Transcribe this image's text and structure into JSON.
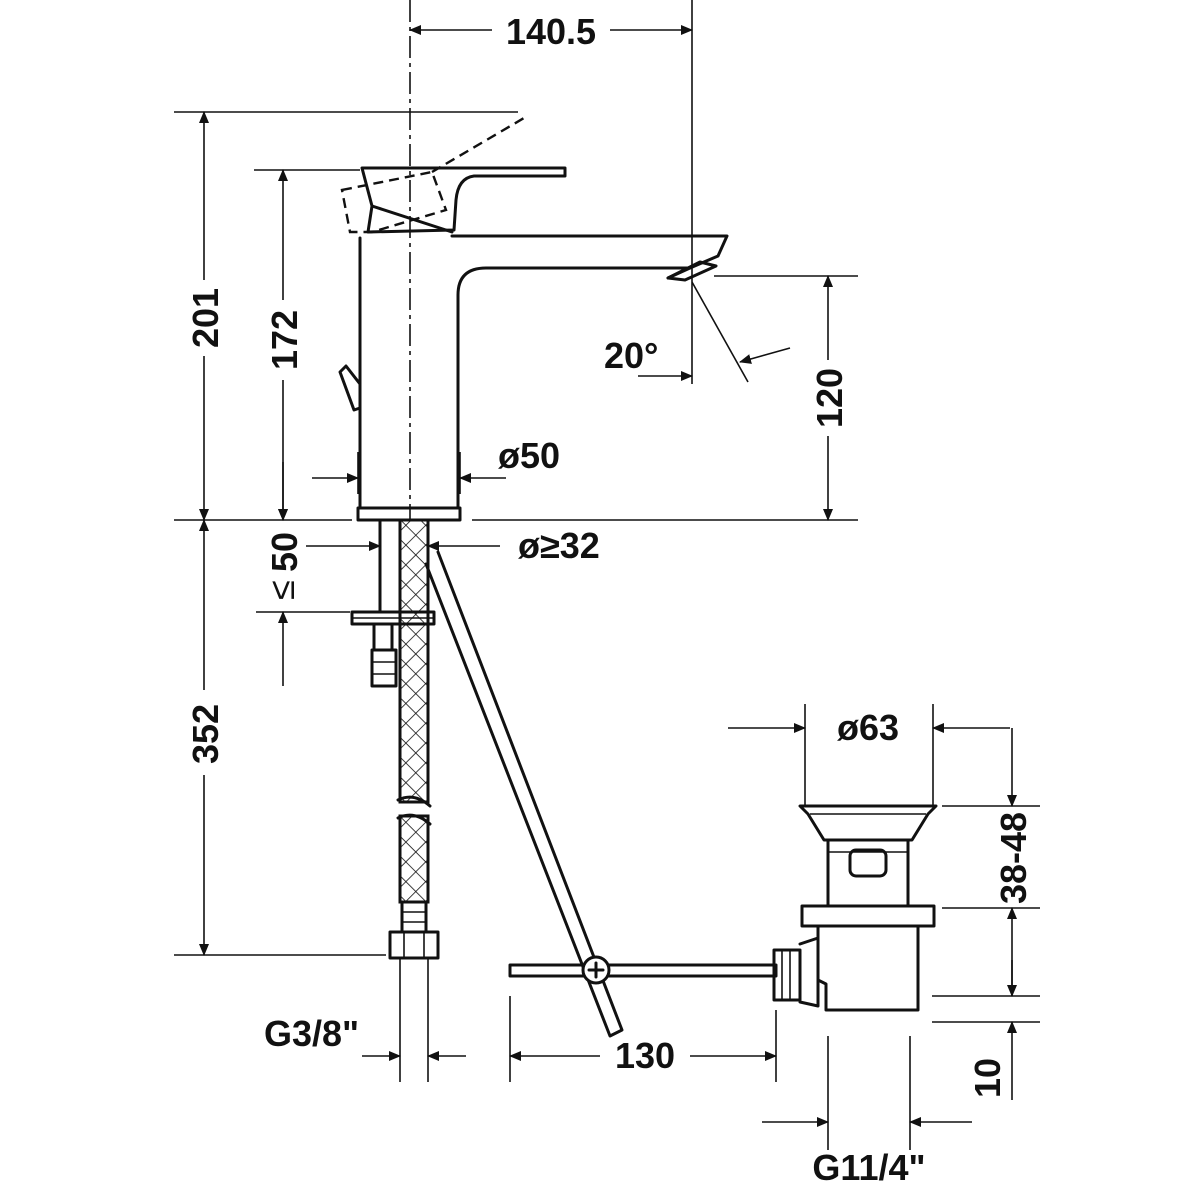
{
  "dimensions": {
    "spout_reach": "140.5",
    "total_height": "201",
    "body_height": "172",
    "outlet_height": "120",
    "spray_angle": "20°",
    "body_diameter": "ø50",
    "hole_diameter": "ø≥32",
    "max_deck_thickness": "50",
    "max_deck_symbol": "≤",
    "hose_length": "352",
    "waste_diameter": "ø63",
    "waste_height": "38-48",
    "rod_length": "130",
    "supply_thread": "G3/8\"",
    "waste_thread": "G11/4\"",
    "thread_length": "10"
  },
  "colors": {
    "ink": "#111111",
    "paper": "#ffffff"
  }
}
